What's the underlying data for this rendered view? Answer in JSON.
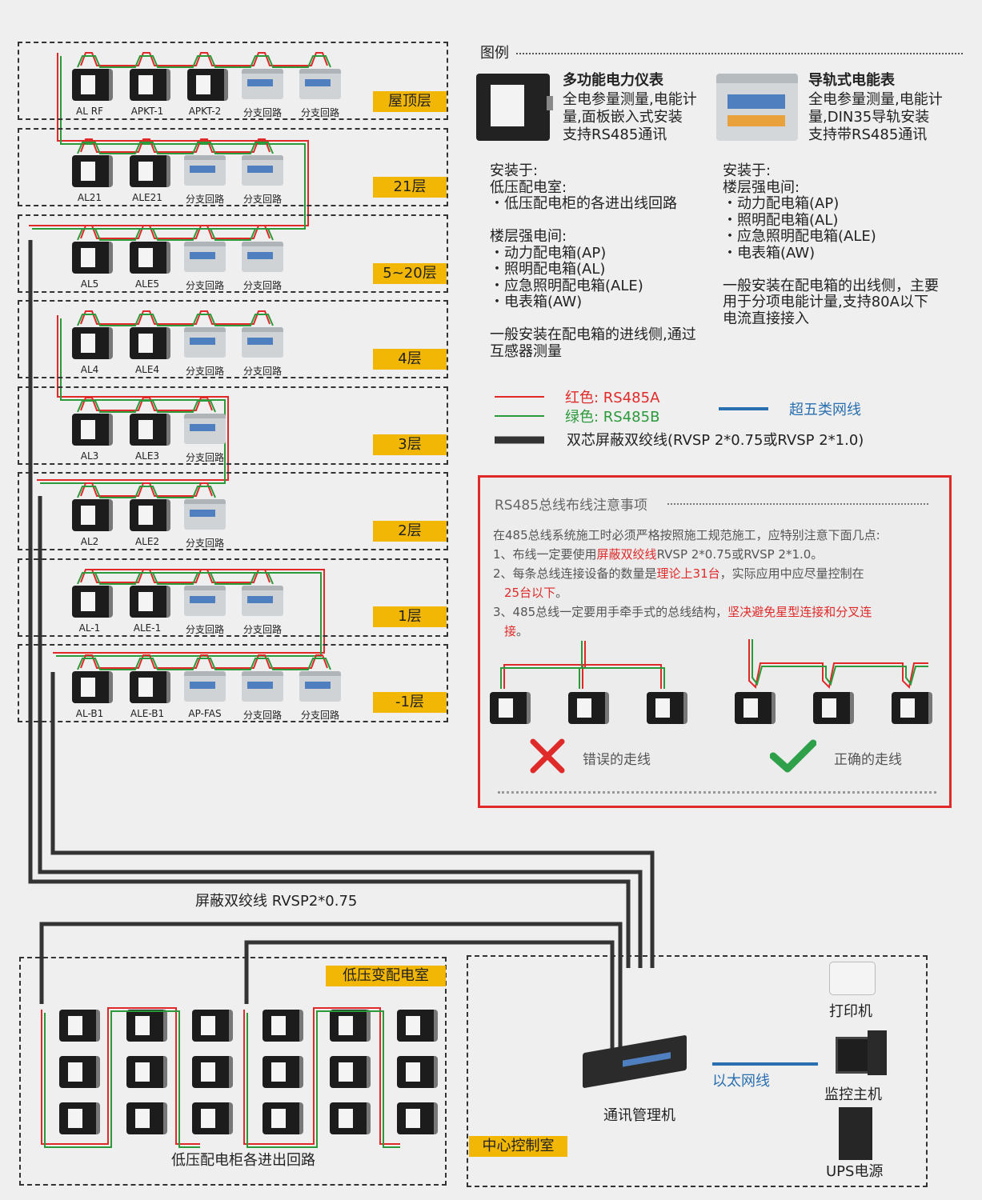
{
  "legend": {
    "title": "图例",
    "meter1": {
      "name": "多功能电力仪表",
      "l1": "全电参量测量,电能计",
      "l2": "量,面板嵌入式安装",
      "l3": "支持RS485通讯"
    },
    "meter2": {
      "name": "导轨式电能表",
      "l1": "全电参量测量,电能计",
      "l2": "量,DIN35导轨安装",
      "l3": "支持带RS485通讯"
    },
    "install_left": [
      "安装于:",
      "低压配电室:",
      "・低压配电柜的各进出线回路",
      "",
      "楼层强电间:",
      "・动力配电箱(AP)",
      "・照明配电箱(AL)",
      "・应急照明配电箱(ALE)",
      "・电表箱(AW)",
      "",
      "一般安装在配电箱的进线侧,通过",
      "互感器测量"
    ],
    "install_right": [
      "安装于:",
      "楼层强电间:",
      "・动力配电箱(AP)",
      "・照明配电箱(AL)",
      "・应急照明配电箱(ALE)",
      "・电表箱(AW)",
      "",
      "一般安装在配电箱的出线侧，主要",
      "用于分项电能计量,支持80A以下",
      "电流直接接入"
    ],
    "line_red": "红色: RS485A",
    "line_green": "绿色: RS485B",
    "line_blue": "超五类网线",
    "line_black": "双芯屏蔽双绞线(RVSP 2*0.75或RVSP 2*1.0)"
  },
  "colors": {
    "red": "#e02a2a",
    "green": "#2a9a3a",
    "blue": "#2a6fb0",
    "label_bg": "#f2b705",
    "alert": "#e02a2a"
  },
  "notes": {
    "title": "RS485总线布线注意事项",
    "intro": "在485总线系统施工时必须严格按照施工规范施工，应特别注意下面几点:",
    "p1a": "1、布线一定要使用",
    "p1b": "屏蔽双绞线",
    "p1c": "RVSP 2*0.75或RVSP 2*1.0。",
    "p2a": "2、每条总线连接设备的数量是",
    "p2b": "理论上31台",
    "p2c": "，实际应用中应尽量控制在",
    "p2d": "25台以下",
    "p2e": "。",
    "p3a": "3、485总线一定要用手牵手式的总线结构，",
    "p3b": "坚决避免星型连接和分叉连",
    "p3c": "接",
    "p3d": "。",
    "wrong": "错误的走线",
    "right": "正确的走线"
  },
  "floors": [
    {
      "name": "屋顶层",
      "devices": [
        {
          "t": "m",
          "l": "AL RF"
        },
        {
          "t": "m",
          "l": "APKT-1"
        },
        {
          "t": "m",
          "l": "APKT-2"
        },
        {
          "t": "r",
          "l": "分支回路"
        },
        {
          "t": "r",
          "l": "分支回路"
        }
      ]
    },
    {
      "name": "21层",
      "devices": [
        {
          "t": "m",
          "l": "AL21"
        },
        {
          "t": "m",
          "l": "ALE21"
        },
        {
          "t": "r",
          "l": "分支回路"
        },
        {
          "t": "r",
          "l": "分支回路"
        }
      ]
    },
    {
      "name": "5~20层",
      "devices": [
        {
          "t": "m",
          "l": "AL5"
        },
        {
          "t": "m",
          "l": "ALE5"
        },
        {
          "t": "r",
          "l": "分支回路"
        },
        {
          "t": "r",
          "l": "分支回路"
        }
      ]
    },
    {
      "name": "4层",
      "devices": [
        {
          "t": "m",
          "l": "AL4"
        },
        {
          "t": "m",
          "l": "ALE4"
        },
        {
          "t": "r",
          "l": "分支回路"
        },
        {
          "t": "r",
          "l": "分支回路"
        }
      ]
    },
    {
      "name": "3层",
      "devices": [
        {
          "t": "m",
          "l": "AL3"
        },
        {
          "t": "m",
          "l": "ALE3"
        },
        {
          "t": "r",
          "l": "分支回路"
        }
      ]
    },
    {
      "name": "2层",
      "devices": [
        {
          "t": "m",
          "l": "AL2"
        },
        {
          "t": "m",
          "l": "ALE2"
        },
        {
          "t": "r",
          "l": "分支回路"
        }
      ]
    },
    {
      "name": "1层",
      "devices": [
        {
          "t": "m",
          "l": "AL-1"
        },
        {
          "t": "m",
          "l": "ALE-1"
        },
        {
          "t": "r",
          "l": "分支回路"
        },
        {
          "t": "r",
          "l": "分支回路"
        }
      ]
    },
    {
      "name": "-1层",
      "devices": [
        {
          "t": "m",
          "l": "AL-B1"
        },
        {
          "t": "m",
          "l": "ALE-B1"
        },
        {
          "t": "r",
          "l": "AP-FAS"
        },
        {
          "t": "r",
          "l": "分支回路"
        },
        {
          "t": "r",
          "l": "分支回路"
        }
      ]
    }
  ],
  "cable_label": "屏蔽双绞线   RVSP2*0.75",
  "lv_room": "低压变配电室",
  "lv_caption": "低压配电柜各进出回路",
  "control_room": "中心控制室",
  "gateway": "通讯管理机",
  "ethernet": "以太网线",
  "printer": "打印机",
  "host": "监控主机",
  "ups": "UPS电源"
}
